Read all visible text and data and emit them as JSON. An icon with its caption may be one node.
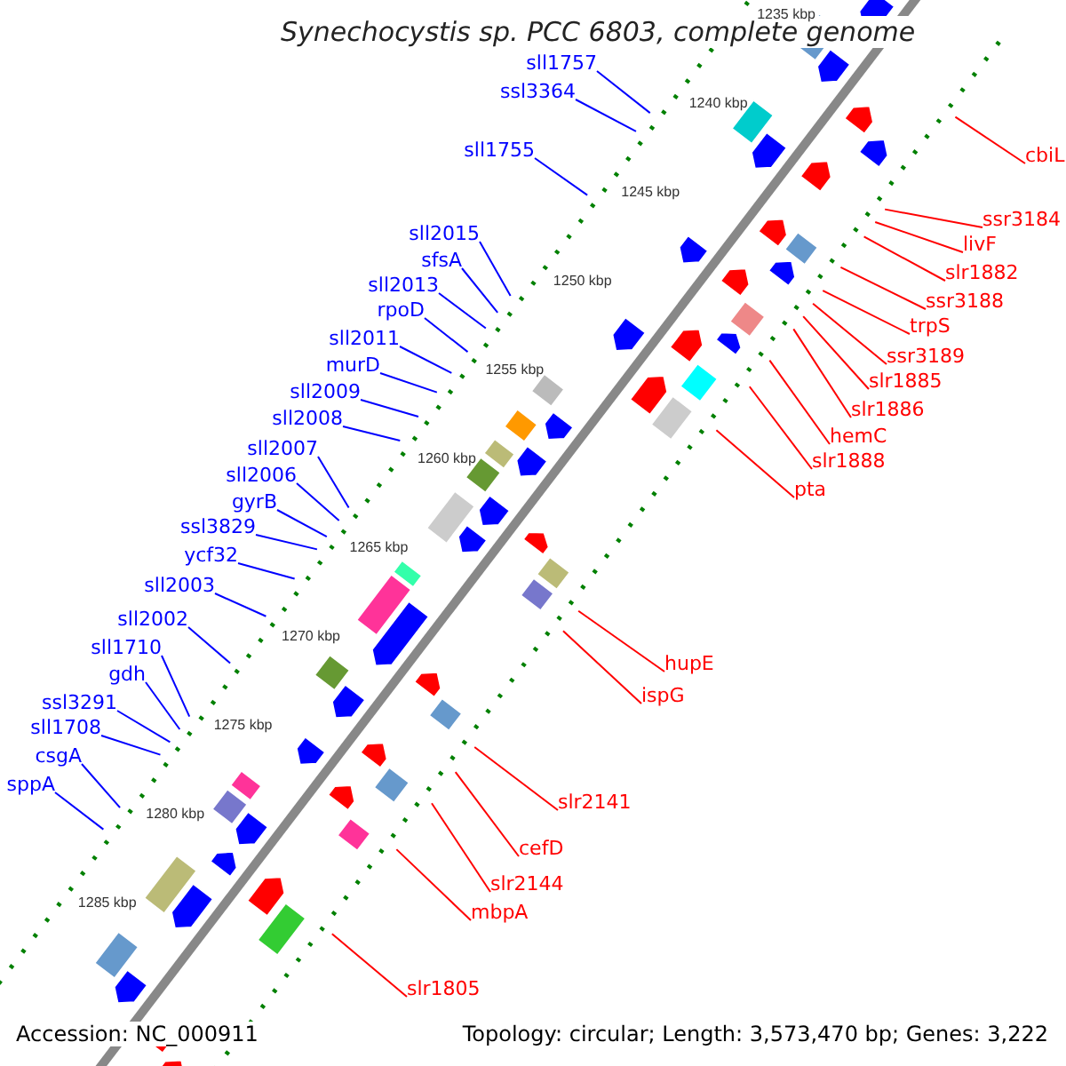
{
  "diagram": {
    "title": "Synechocystis sp. PCC 6803, complete genome",
    "nodes": [
      {
        "text": [
          "sll1757"
        ]
      },
      {
        "text": [
          "ssl3364"
        ]
      },
      {
        "text": [
          "sll1755"
        ]
      },
      {
        "text": [
          "sll2015"
        ]
      },
      {
        "text": [
          "sfsA"
        ]
      },
      {
        "text": [
          "sll2013"
        ]
      },
      {
        "text": [
          "rpoD"
        ]
      },
      {
        "text": [
          "sll2011"
        ]
      },
      {
        "text": [
          "murD"
        ]
      },
      {
        "text": [
          "sll2009"
        ]
      },
      {
        "text": [
          "sll2008"
        ]
      },
      {
        "text": [
          "sll2007"
        ]
      },
      {
        "text": [
          "sll2006"
        ]
      },
      {
        "text": [
          "gyrB"
        ]
      },
      {
        "text": [
          "ssl3829"
        ]
      },
      {
        "text": [
          "ycf32"
        ]
      },
      {
        "text": [
          "sll2003"
        ]
      },
      {
        "text": [
          "sll2002"
        ]
      },
      {
        "text": [
          "sll1710"
        ]
      },
      {
        "text": [
          "gdh"
        ]
      },
      {
        "text": [
          "ssl3291"
        ]
      },
      {
        "text": [
          "sll1708"
        ]
      },
      {
        "text": [
          "csgA"
        ]
      },
      {
        "text": [
          "sppA"
        ]
      },
      {
        "text": [
          "cbiL"
        ]
      },
      {
        "text": [
          "ssr3184"
        ]
      },
      {
        "text": [
          "livF"
        ]
      },
      {
        "text": [
          "slr1882"
        ]
      },
      {
        "text": [
          "ssr3188"
        ]
      },
      {
        "text": [
          "trpS"
        ]
      },
      {
        "text": [
          "ssr3189"
        ]
      },
      {
        "text": [
          "slr1885"
        ]
      },
      {
        "text": [
          "slr1886"
        ]
      },
      {
        "text": [
          "hemC"
        ]
      },
      {
        "text": [
          "slr1888"
        ]
      },
      {
        "text": [
          "pta"
        ]
      },
      {
        "text": [
          "hupE"
        ]
      },
      {
        "text": [
          "ispG"
        ]
      },
      {
        "text": [
          "slr2141"
        ]
      },
      {
        "text": [
          "cefD"
        ]
      },
      {
        "text": [
          "slr2144"
        ]
      },
      {
        "text": [
          "mbpA"
        ]
      },
      {
        "text": [
          "slr1805"
        ]
      }
    ],
    "edges": [
      {
        "from": 0,
        "to": null,
        "arrow": "none"
      },
      {
        "from": 1,
        "to": null,
        "arrow": "none"
      },
      {
        "from": 2,
        "to": null,
        "arrow": "none"
      },
      {
        "from": 3,
        "to": null,
        "arrow": "none"
      },
      {
        "from": 4,
        "to": null,
        "arrow": "none"
      },
      {
        "from": 5,
        "to": null,
        "arrow": "none"
      },
      {
        "from": 6,
        "to": null,
        "arrow": "none"
      },
      {
        "from": 7,
        "to": null,
        "arrow": "none"
      },
      {
        "from": 8,
        "to": null,
        "arrow": "none"
      },
      {
        "from": 9,
        "to": null,
        "arrow": "none"
      },
      {
        "from": 10,
        "to": null,
        "arrow": "none"
      },
      {
        "from": 11,
        "to": null,
        "arrow": "none"
      },
      {
        "from": 12,
        "to": null,
        "arrow": "none"
      },
      {
        "from": 13,
        "to": null,
        "arrow": "none"
      },
      {
        "from": 14,
        "to": null,
        "arrow": "none"
      },
      {
        "from": 15,
        "to": null,
        "arrow": "none"
      },
      {
        "from": 16,
        "to": null,
        "arrow": "none"
      },
      {
        "from": 17,
        "to": null,
        "arrow": "none"
      },
      {
        "from": 18,
        "to": null,
        "arrow": "none"
      },
      {
        "from": 19,
        "to": null,
        "arrow": "none"
      },
      {
        "from": 20,
        "to": null,
        "arrow": "none"
      },
      {
        "from": 21,
        "to": null,
        "arrow": "none"
      },
      {
        "from": 22,
        "to": null,
        "arrow": "none"
      },
      {
        "from": 23,
        "to": null,
        "arrow": "none"
      },
      {
        "from": 24,
        "to": null,
        "arrow": "none",
        "color": "#ff0000"
      },
      {
        "from": 25,
        "to": null,
        "arrow": "none",
        "color": "#ff0000"
      },
      {
        "from": 26,
        "to": null,
        "arrow": "none",
        "color": "#ff0000"
      },
      {
        "from": 27,
        "to": null,
        "arrow": "none",
        "color": "#ff0000"
      },
      {
        "from": 28,
        "to": null,
        "arrow": "none",
        "color": "#ff0000"
      },
      {
        "from": 29,
        "to": null,
        "arrow": "none",
        "color": "#ff0000"
      },
      {
        "from": 30,
        "to": null,
        "arrow": "none",
        "color": "#ff0000"
      },
      {
        "from": 31,
        "to": null,
        "arrow": "none",
        "color": "#ff0000"
      },
      {
        "from": 32,
        "to": null,
        "arrow": "none",
        "color": "#ff0000"
      },
      {
        "from": 33,
        "to": null,
        "arrow": "none",
        "color": "#ff0000"
      },
      {
        "from": 34,
        "to": null,
        "arrow": "none",
        "color": "#ff0000"
      },
      {
        "from": 35,
        "to": null,
        "arrow": "none",
        "color": "#ff0000"
      },
      {
        "from": 36,
        "to": null,
        "arrow": "none",
        "color": "#ff0000"
      },
      {
        "from": 37,
        "to": null,
        "arrow": "none",
        "color": "#ff0000"
      },
      {
        "from": 38,
        "to": null,
        "arrow": "none",
        "color": "#ff0000"
      },
      {
        "from": 39,
        "to": null,
        "arrow": "none",
        "color": "#ff0000"
      },
      {
        "from": 40,
        "to": null,
        "arrow": "none",
        "color": "#ff0000"
      },
      {
        "from": 41,
        "to": null,
        "arrow": "none",
        "color": "#ff0000"
      },
      {
        "from": 42,
        "to": null,
        "arrow": "none",
        "color": "#ff0000"
      }
    ],
    "labels": [
      "1235 kbp",
      "1240 kbp",
      "1245 kbp",
      "1250 kbp",
      "1255 kbp",
      "1260 kbp",
      "1265 kbp",
      "1270 kbp",
      "1275 kbp",
      "1280 kbp",
      "1285 kbp",
      "Accession: NC_000911",
      "Topology: circular; Length: 3,573,470 bp; Genes: 3,222"
    ]
  }
}
